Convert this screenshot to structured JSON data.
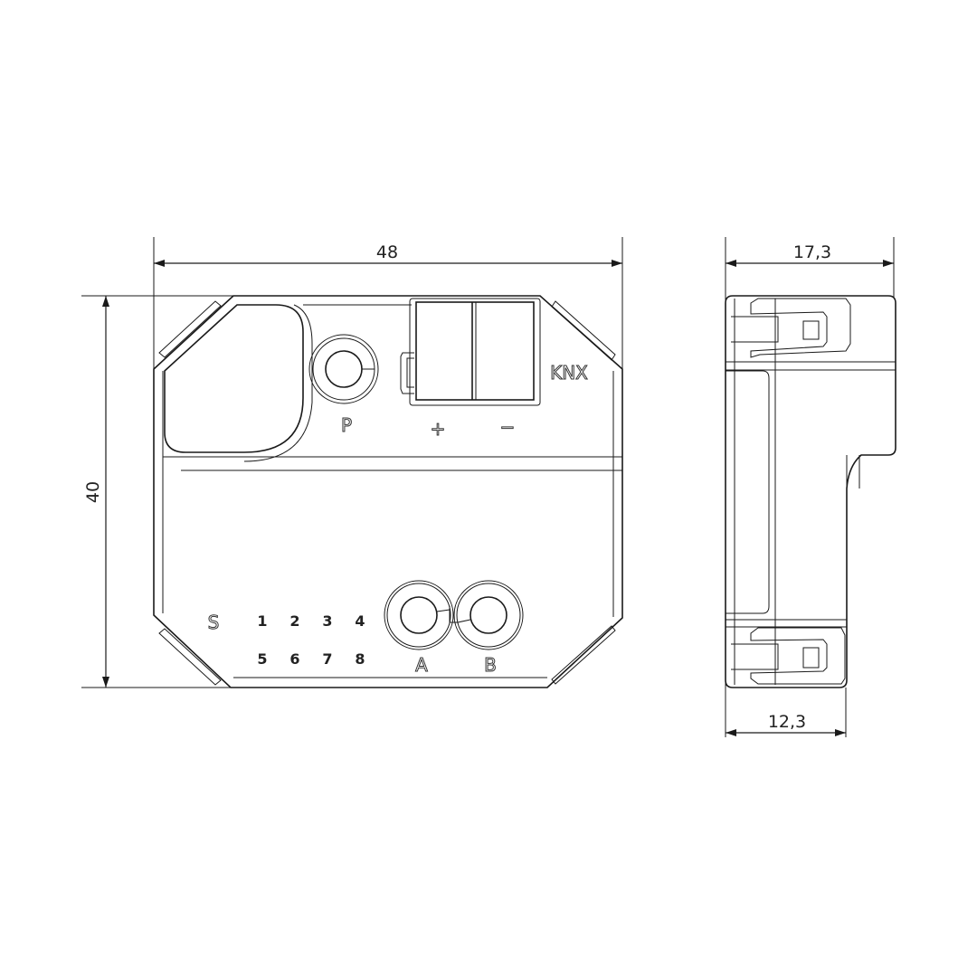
{
  "dimensions": {
    "width": "48",
    "height": "40",
    "depth_total": "17,3",
    "depth_body": "12,3"
  },
  "front_labels": {
    "program_button": "P",
    "knx_plus": "+",
    "knx_minus": "−",
    "knx": "KNX",
    "s": "S",
    "channels": [
      "1",
      "2",
      "3",
      "4",
      "5",
      "6",
      "7",
      "8"
    ],
    "button_a": "A",
    "button_b": "B"
  },
  "colors": {
    "line": "#1a1a1a",
    "background": "#ffffff"
  }
}
